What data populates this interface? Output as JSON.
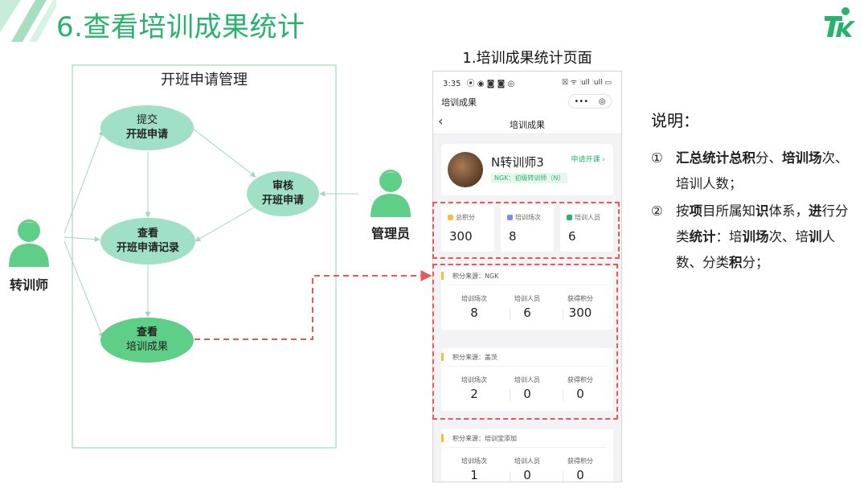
{
  "page_title": "6.查看培训成果统计",
  "colors": {
    "accent": "#27b36b",
    "node_light": "#9fe0c6",
    "node_dark": "#5fcf87",
    "dashed": "#e25b5b"
  },
  "diagram": {
    "frame_title": "开班申请管理",
    "actors": {
      "trainer": "转训师",
      "admin": "管理员"
    },
    "nodes": {
      "submit": [
        "提交",
        "开班申请"
      ],
      "view_records": [
        "查看",
        "开班申请记录"
      ],
      "view_results": [
        "查看",
        "培训成果"
      ],
      "review": [
        "审核",
        "开班申请"
      ]
    }
  },
  "phone": {
    "heading": "1.培训成果统计页面",
    "status_time": "3:35",
    "status_icons": "⦿ ◉ ◙ ◙ ◎",
    "status_right": "☒ ᯤ ⫶ull ⫶ull ▭",
    "app_title": "培训成果",
    "capsule_dots": "•••",
    "capsule_target": "◎",
    "nav_title": "培训成果",
    "back_icon": "‹",
    "profile": {
      "name": "N转训师3",
      "tag": "NGK：初级转训师（N）",
      "apply_link": "申请开课 ›"
    },
    "totals": [
      {
        "label": "总积分",
        "value": "300",
        "icon_color": "#f0c23a"
      },
      {
        "label": "培训场次",
        "value": "8",
        "icon_color": "#7c8cf0"
      },
      {
        "label": "培训人员",
        "value": "6",
        "icon_color": "#27b36b"
      }
    ],
    "col_headers": [
      "培训场次",
      "培训人员",
      "获得积分"
    ],
    "sources": [
      {
        "label": "积分来源：NGK",
        "values": [
          "8",
          "6",
          "300"
        ]
      },
      {
        "label": "积分来源：盖茨",
        "values": [
          "2",
          "0",
          "0"
        ]
      },
      {
        "label": "积分来源：培训宝添加",
        "values": [
          "1",
          "0",
          "0"
        ]
      }
    ]
  },
  "explanation": {
    "title": "说明：",
    "items": [
      {
        "num": "①",
        "html": "<b>汇总统计总积</b>分、<b>培训场</b>次、培训人数；"
      },
      {
        "num": "②",
        "html": "按<b>项</b>目所属知<b>识</b>体系，<b>进</b>行分类<b>统计</b>：培<b>训场</b>次、培<b>训</b>人数、分类<b>积</b>分；"
      }
    ]
  }
}
